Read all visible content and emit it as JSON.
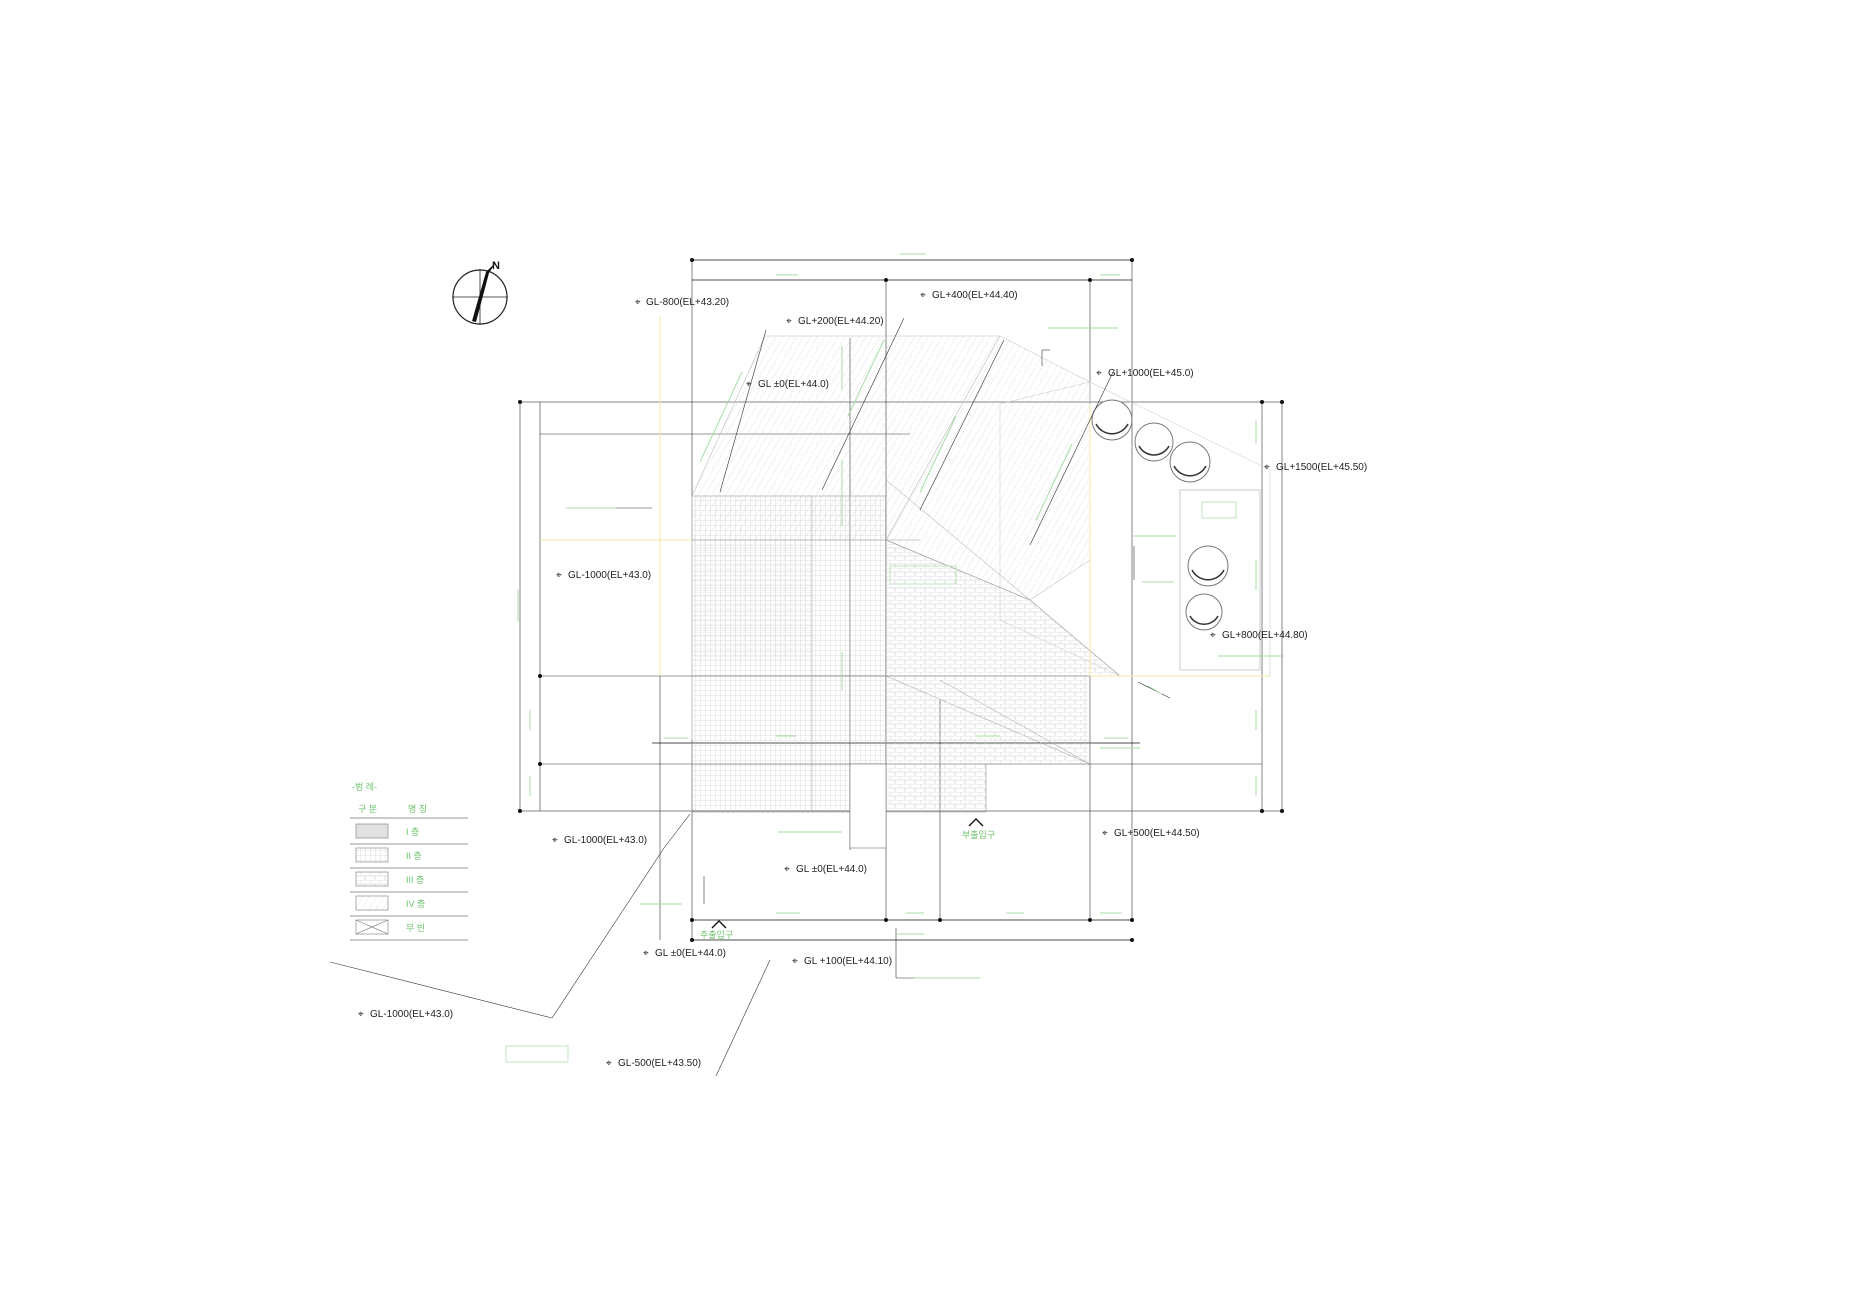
{
  "north_label": "N",
  "levels": [
    {
      "id": "l1",
      "text": "GL-800(EL+43.20)"
    },
    {
      "id": "l2",
      "text": "GL+400(EL+44.40)"
    },
    {
      "id": "l3",
      "text": "GL+200(EL+44.20)"
    },
    {
      "id": "l4",
      "text": "GL ±0(EL+44.0)"
    },
    {
      "id": "l5",
      "text": "GL+1000(EL+45.0)"
    },
    {
      "id": "l6",
      "text": "GL+1500(EL+45.50)"
    },
    {
      "id": "l7",
      "text": "GL-1000(EL+43.0)"
    },
    {
      "id": "l8",
      "text": "GL+800(EL+44.80)"
    },
    {
      "id": "l9",
      "text": "GL-1000(EL+43.0)"
    },
    {
      "id": "l10",
      "text": "GL+500(EL+44.50)"
    },
    {
      "id": "l11",
      "text": "GL ±0(EL+44.0)"
    },
    {
      "id": "l12",
      "text": "GL ±0(EL+44.0)"
    },
    {
      "id": "l13",
      "text": "GL +100(EL+44.10)"
    },
    {
      "id": "l14",
      "text": "GL-1000(EL+43.0)"
    },
    {
      "id": "l15",
      "text": "GL-500(EL+43.50)"
    }
  ],
  "legend": {
    "title": "-범 례-",
    "col1": "구 분",
    "col2": "명 칭",
    "rows": [
      "I 층",
      "II 층",
      "III 층",
      "IV 층",
      "무 빈"
    ]
  },
  "entrances": [
    {
      "id": "e1",
      "text": "주출입구"
    },
    {
      "id": "e2",
      "text": "부출입구"
    }
  ],
  "colors": {
    "leader": "#111111",
    "green_text": "#6ec36e",
    "yellow_line": "#f1e7a2",
    "grid": "#9a9a9a",
    "hatch": "#bfbfbf"
  }
}
